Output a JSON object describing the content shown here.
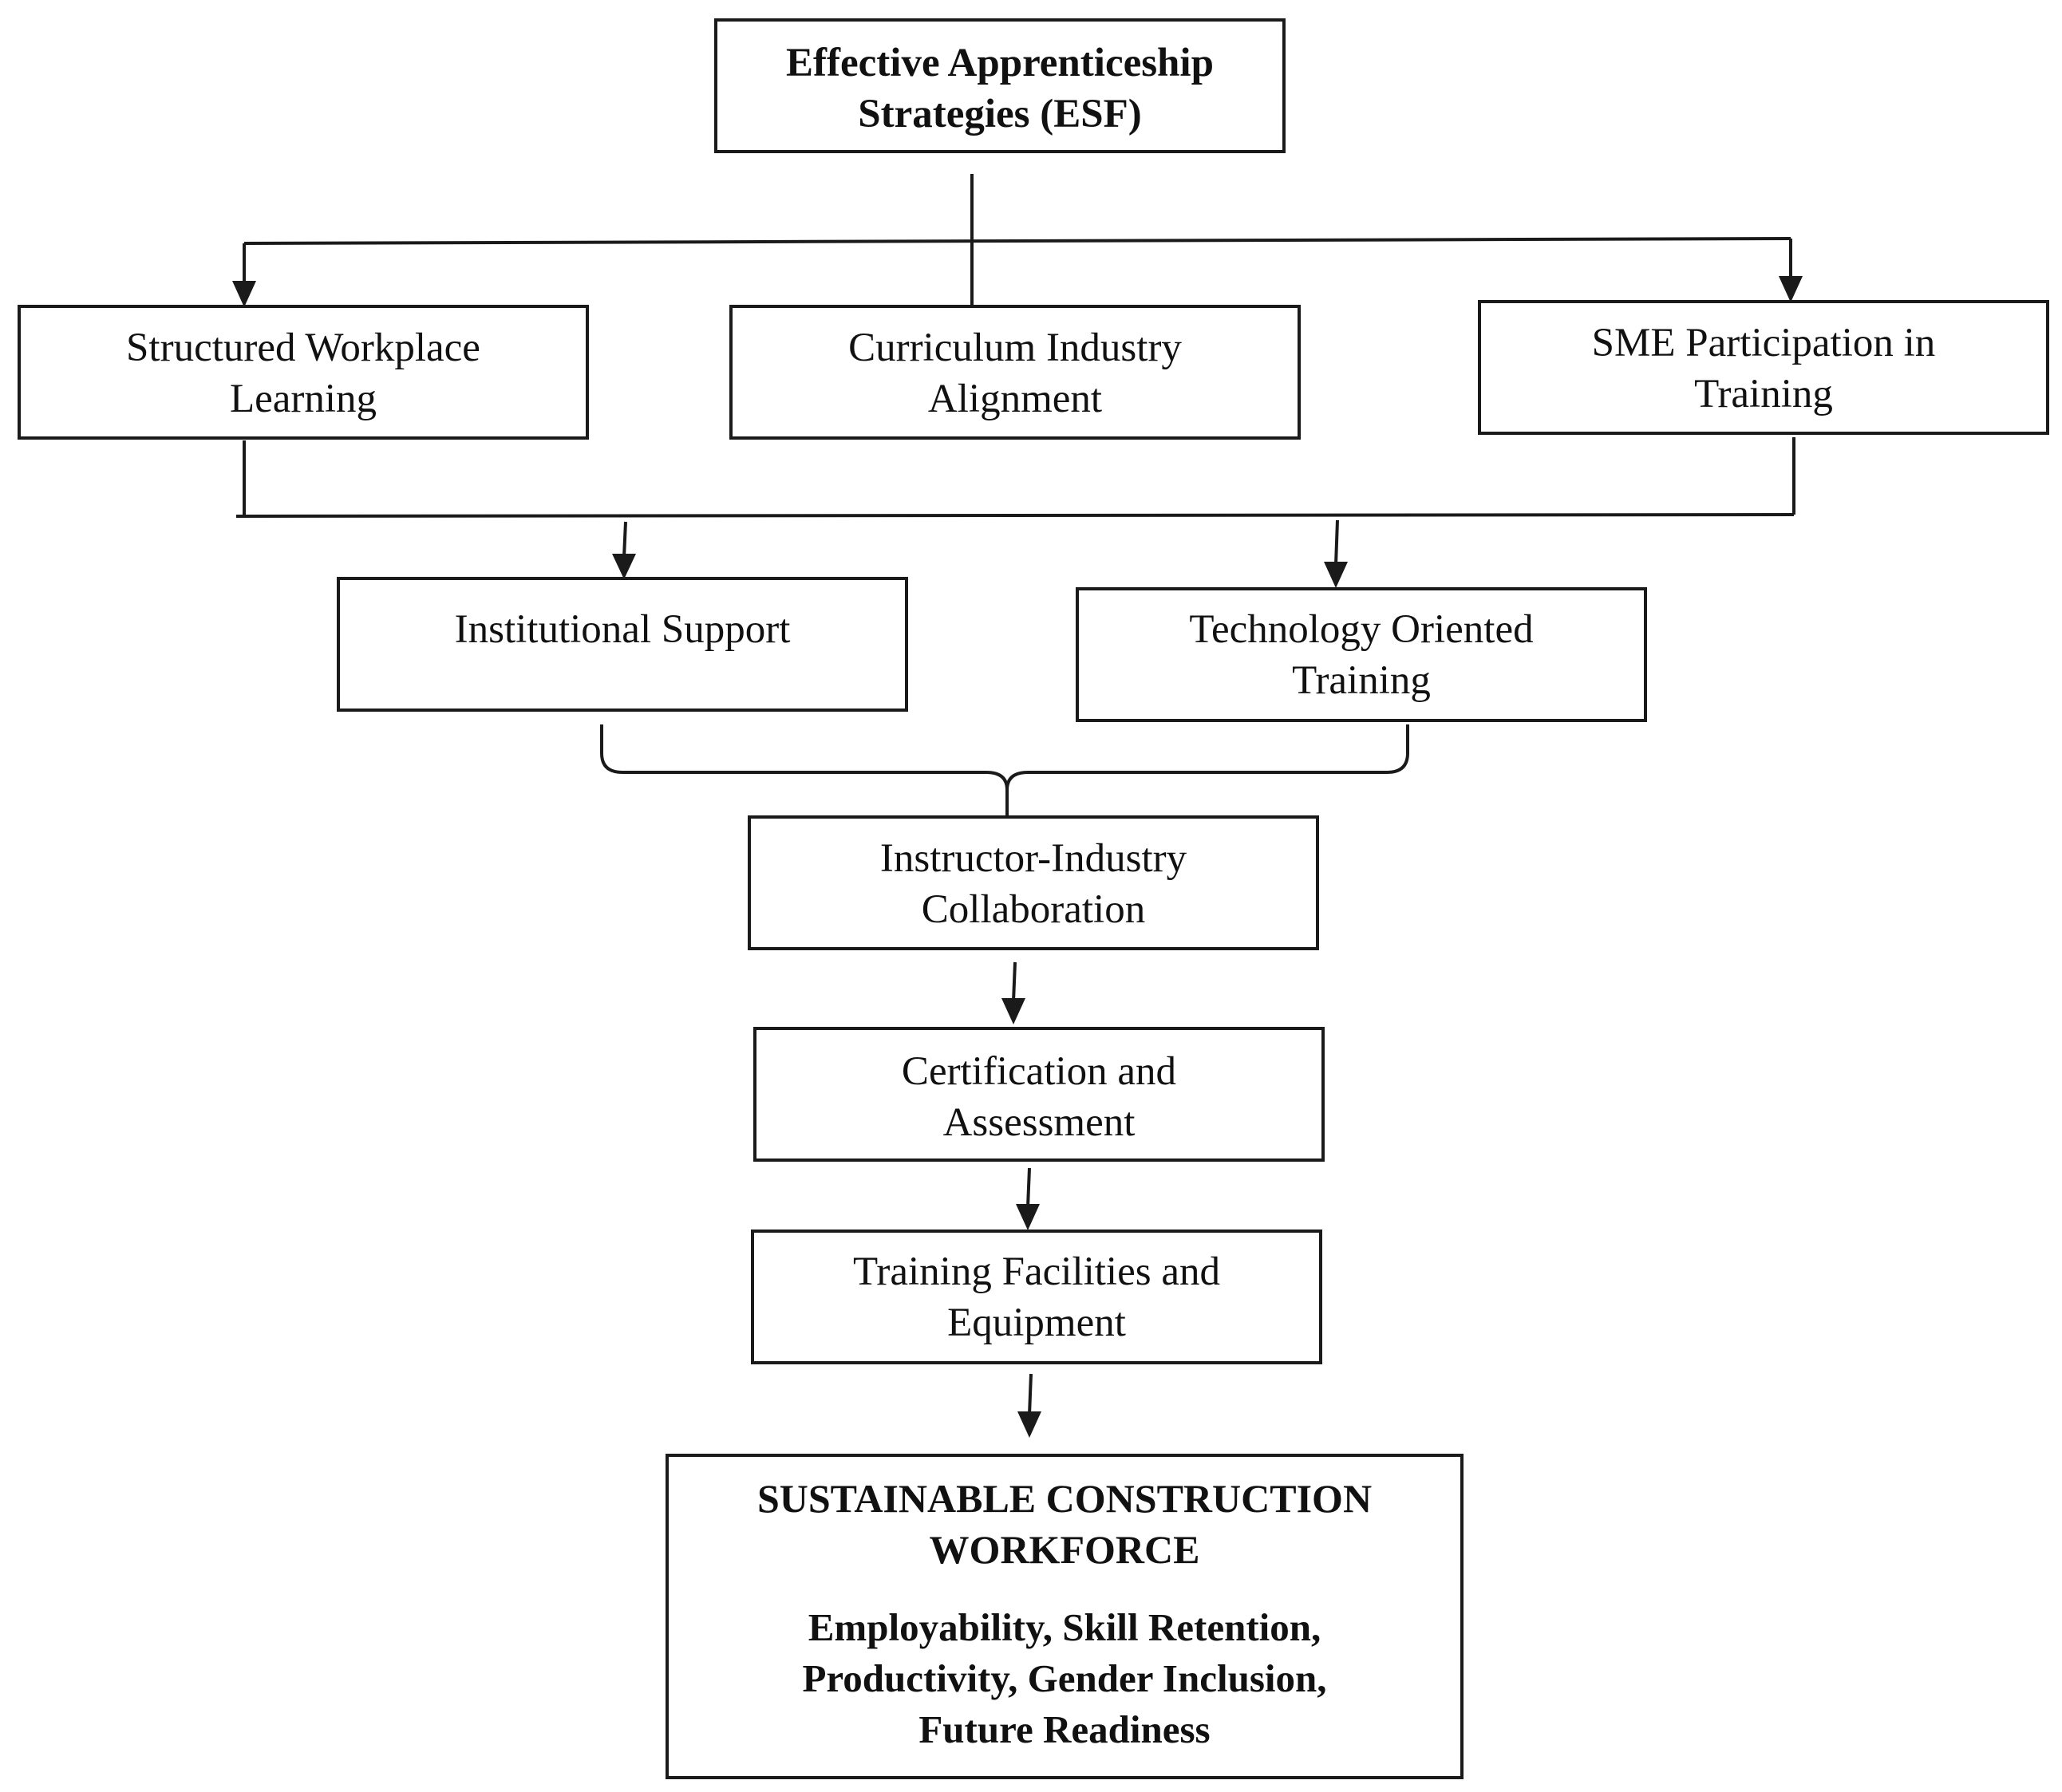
{
  "diagram": {
    "nodes": {
      "esf": "Effective Apprenticeship\nStrategies (ESF)",
      "structured_workplace": "Structured Workplace\nLearning",
      "curriculum_alignment": "Curriculum Industry\nAlignment",
      "sme_participation": "SME Participation in\nTraining",
      "institutional_support": "Institutional Support",
      "technology_training": "Technology Oriented\nTraining",
      "instructor_collaboration": "Instructor-Industry\nCollaboration",
      "certification": "Certification and\nAssessment",
      "facilities": "Training Facilities and\nEquipment",
      "outcome_title": "SUSTAINABLE CONSTRUCTION\nWORKFORCE",
      "outcome_items": "Employability, Skill Retention,\nProductivity, Gender Inclusion,\nFuture Readiness"
    },
    "colors": {
      "line": "#1a1a1a",
      "background": "#ffffff"
    }
  }
}
